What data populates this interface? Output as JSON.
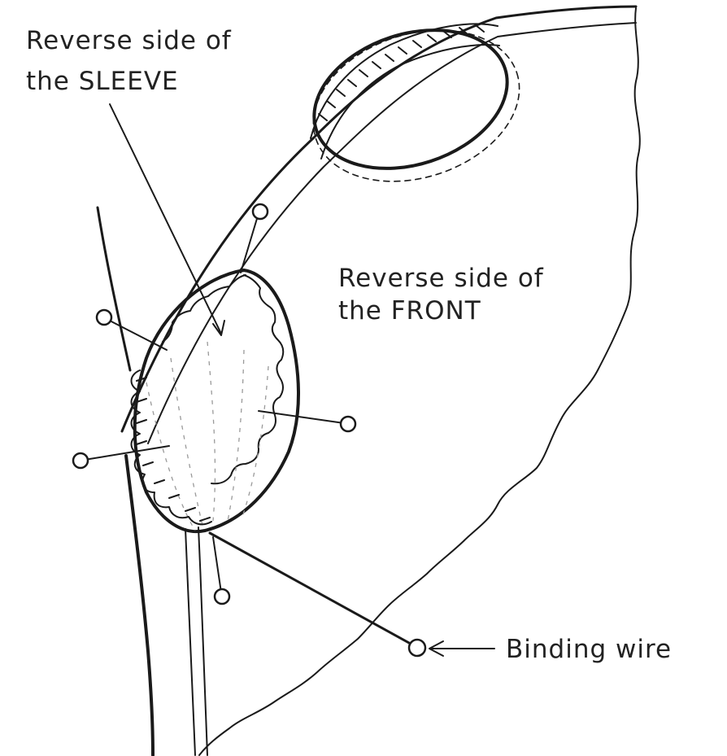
{
  "labels": {
    "sleeve_line1": "Reverse side of",
    "sleeve_line2": "the SLEEVE",
    "front_line1": "Reverse side of",
    "front_line2": "the FRONT",
    "binding": "Binding wire"
  },
  "colors": {
    "ink": "#1a1a1a",
    "paper": "#ffffff"
  }
}
